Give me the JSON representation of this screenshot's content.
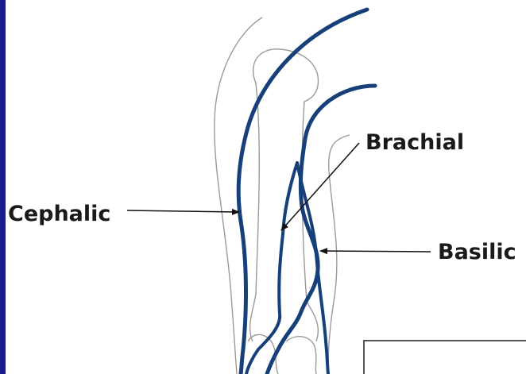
{
  "labels": {
    "cephalic": "Cephalic",
    "brachial": "Brachial",
    "basilic": "Basilic"
  },
  "colors": {
    "vein": "#17407a",
    "left_bar": "#1a1a8c",
    "bone_outline": "#9a9a9a",
    "arrow": "#111111"
  }
}
